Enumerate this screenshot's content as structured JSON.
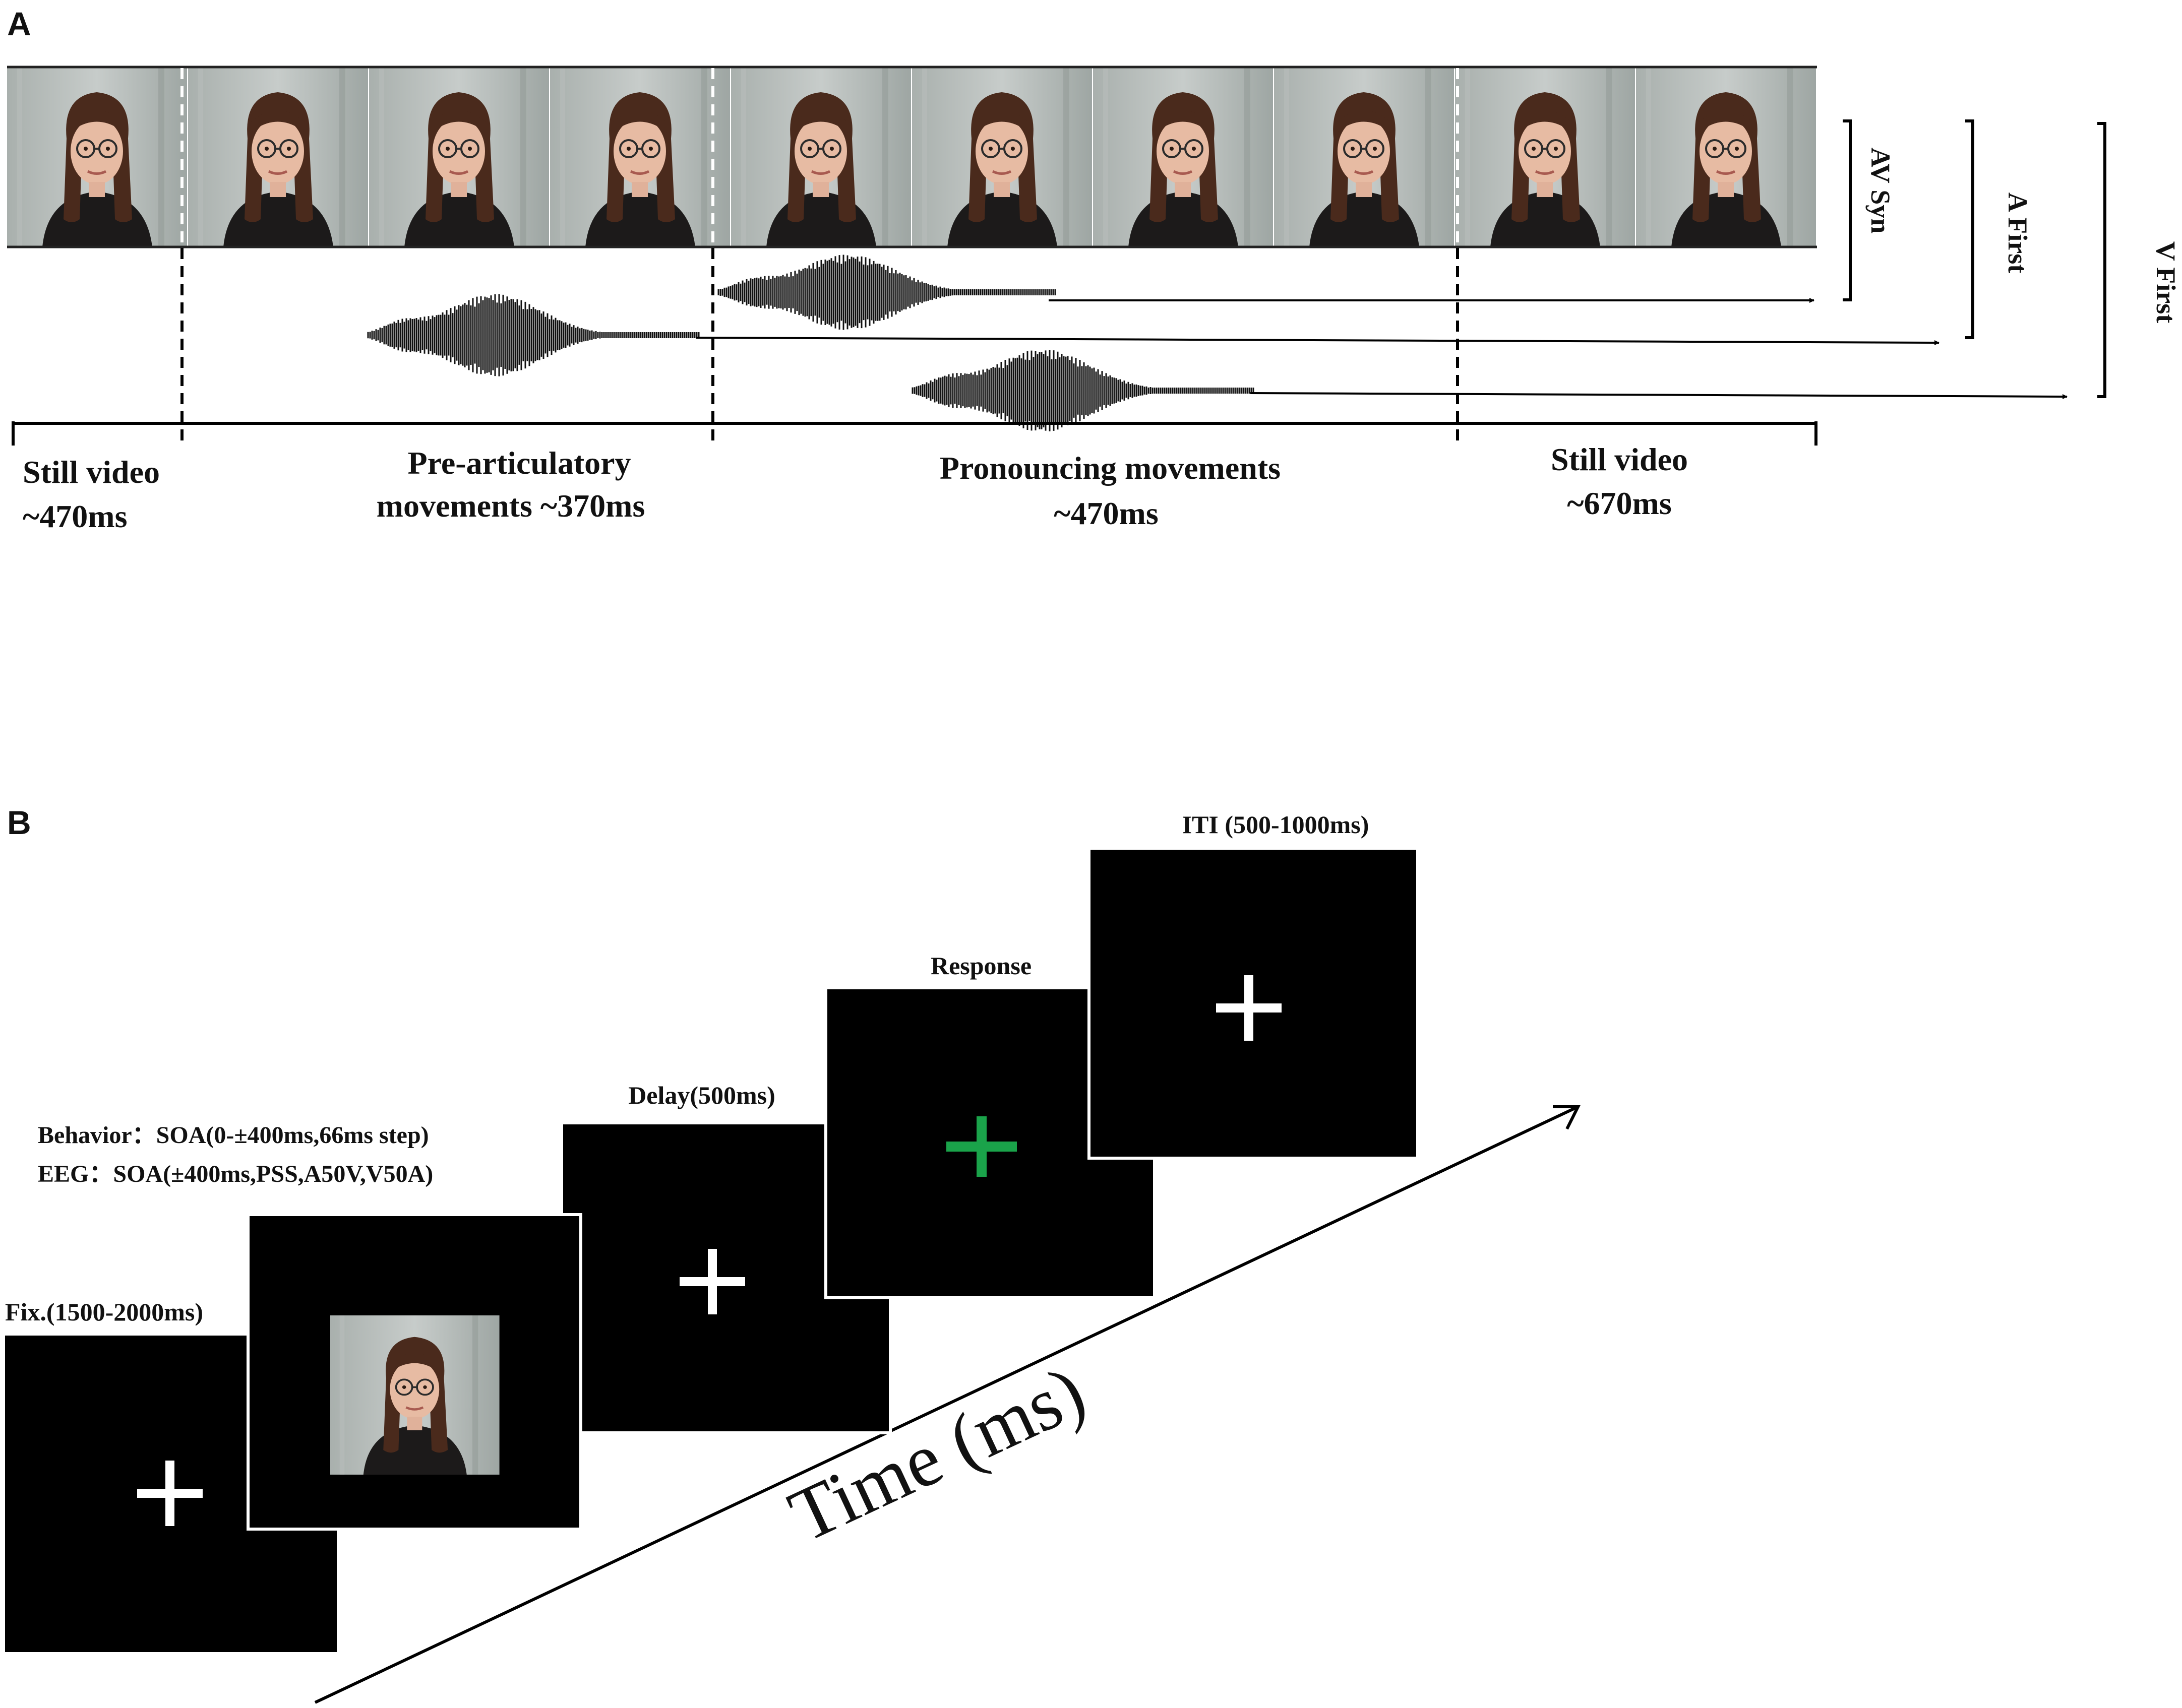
{
  "panel_a": {
    "label": "A",
    "bracket_labels": {
      "av_syn": "AV Syn",
      "a_first": "A  First",
      "v_first": "V First"
    },
    "phases": [
      {
        "line1": "Still video",
        "line2": "~470ms"
      },
      {
        "line1": "Pre-articulatory",
        "line2": "movements  ~370ms"
      },
      {
        "line1": "Pronouncing movements",
        "line2": "~470ms"
      },
      {
        "line1": "Still video",
        "line2": "~670ms"
      }
    ]
  },
  "panel_b": {
    "label": "B",
    "screens": {
      "fixation": "Fix.(1500-2000ms)",
      "stimulus_line1": "Behavior：SOA(0-±400ms,66ms  step)",
      "stimulus_line2": "EEG：SOA(±400ms,PSS,A50V,V50A)",
      "delay": "Delay(500ms)",
      "response": "Response",
      "iti": "ITI (500-1000ms)"
    },
    "time_axis_label": "Time (ms)",
    "colors": {
      "response_cross": "#1aa34a",
      "screen": "#000000",
      "cross": "#ffffff"
    }
  }
}
